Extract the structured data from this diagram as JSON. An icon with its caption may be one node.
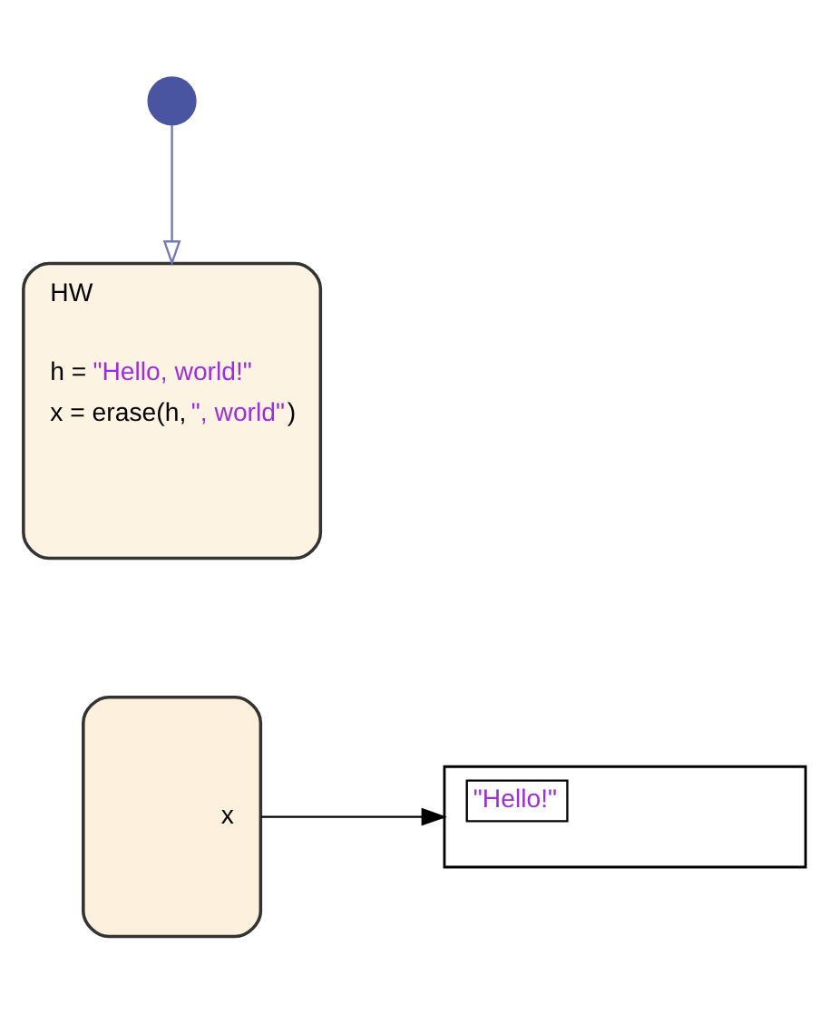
{
  "diagram": {
    "nodes": [
      {
        "text": [],
        "shape": "circle"
      },
      {
        "text": [
          "HW",
          "h = \"Hello, world!\"",
          "x = erase(h, \", world\")"
        ]
      },
      {
        "text": [
          "x"
        ]
      },
      {
        "text": [
          "\"Hello!\""
        ]
      }
    ],
    "edges": [
      {
        "from": 0,
        "to": 1,
        "arrow": "to",
        "color": "#7078b8"
      },
      {
        "from": 2,
        "to": 3,
        "arrow": "to",
        "color": "#000000"
      }
    ]
  }
}
